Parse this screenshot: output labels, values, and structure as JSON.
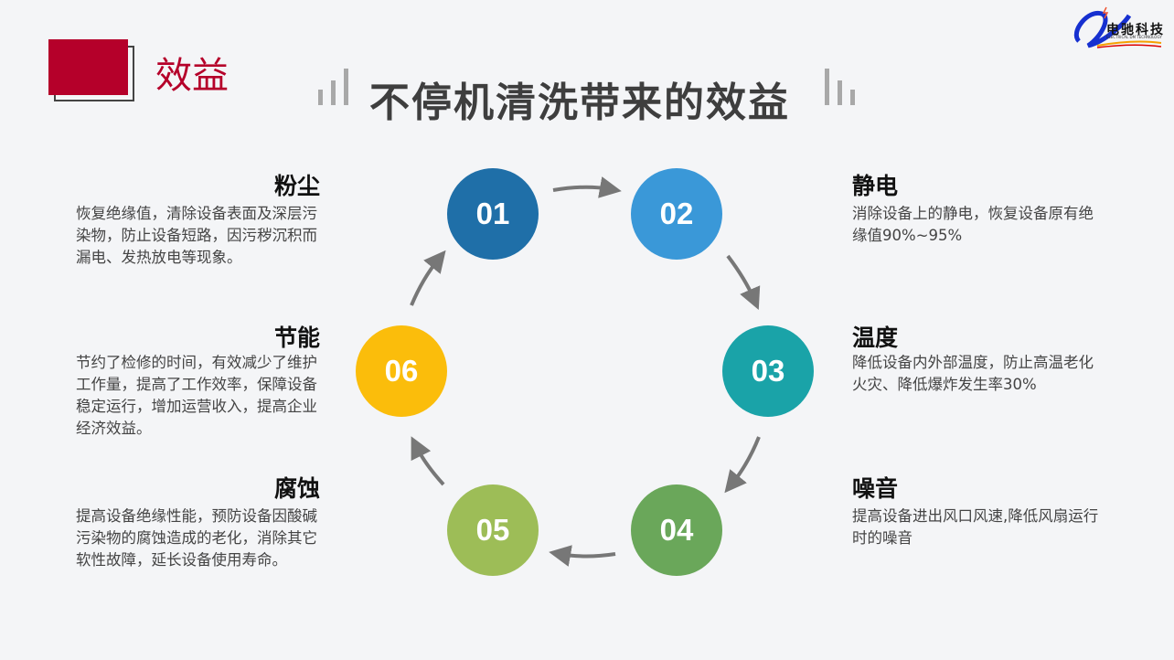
{
  "header": {
    "section": "效益",
    "title": "不停机清洗带来的效益",
    "logo_text": "电驰科技",
    "logo_sub": "ELECTRICAL DM TECHNOLOGY"
  },
  "steps": [
    {
      "num": "01",
      "title": "粉尘",
      "desc": "恢复绝缘值，清除设备表面及深层污染物，防止设备短路，因污秽沉积而漏电、发热放电等现象。",
      "color": "#1f6fa8"
    },
    {
      "num": "02",
      "title": "静电",
      "desc": "消除设备上的静电，恢复设备原有绝缘值90%~95%",
      "color": "#3a98d8"
    },
    {
      "num": "03",
      "title": "温度",
      "desc": "降低设备内外部温度，防止高温老化火灾、降低爆炸发生率30%",
      "color": "#1aa3a8"
    },
    {
      "num": "04",
      "title": "噪音",
      "desc": "提高设备进出风口风速,降低风扇运行时的噪音",
      "color": "#6aa75a"
    },
    {
      "num": "05",
      "title": "腐蚀",
      "desc": "提高设备绝缘性能，预防设备因酸碱污染物的腐蚀造成的老化，消除其它软性故障，延长设备使用寿命。",
      "color": "#9dbd57"
    },
    {
      "num": "06",
      "title": "节能",
      "desc": "节约了检修的时间，有效减少了维护工作量，提高了工作效率，保障设备稳定运行，增加运营收入，提高企业经济效益。",
      "color": "#fbbd0b"
    }
  ]
}
